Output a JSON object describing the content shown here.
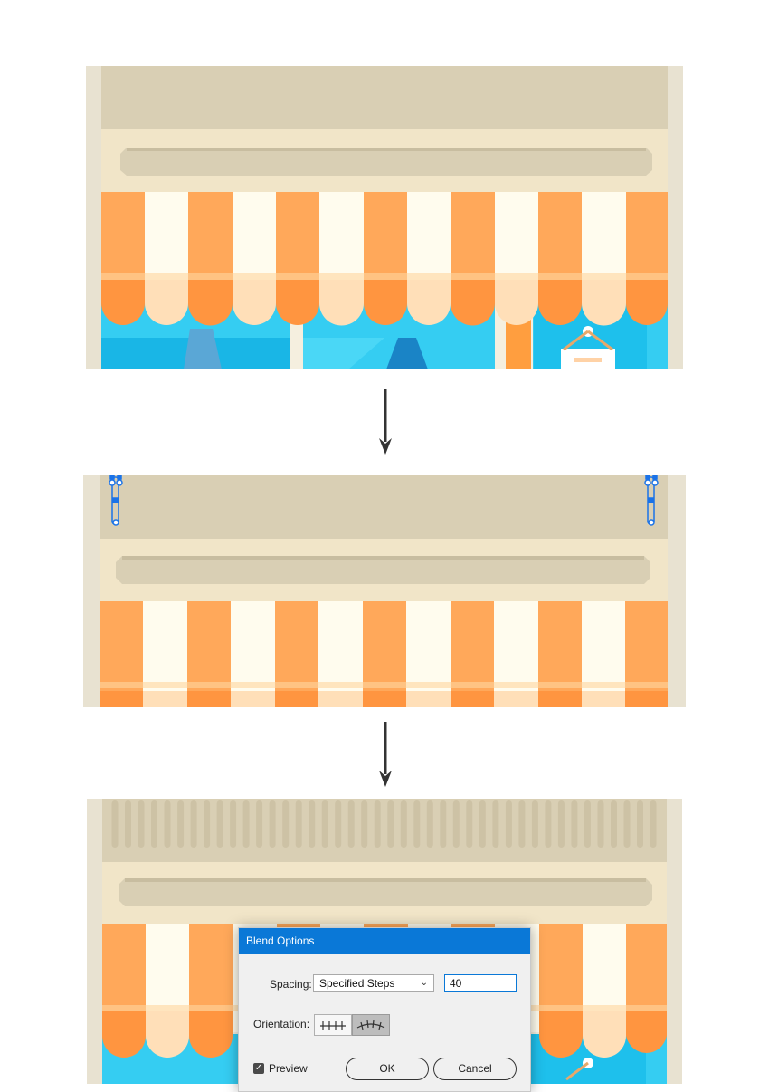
{
  "dialog": {
    "title": "Blend Options",
    "spacing_label": "Spacing:",
    "spacing_value": "Specified Steps",
    "steps_value": "40",
    "orientation_label": "Orientation:",
    "preview_label": "Preview",
    "preview_checked": true,
    "ok_label": "OK",
    "cancel_label": "Cancel"
  },
  "colors": {
    "accent": "#0a78d7",
    "awning_orange": "#ffa85a",
    "awning_cream": "#fffcee",
    "facade": "#d9cfb4",
    "window_blue": "#35cdf2"
  }
}
